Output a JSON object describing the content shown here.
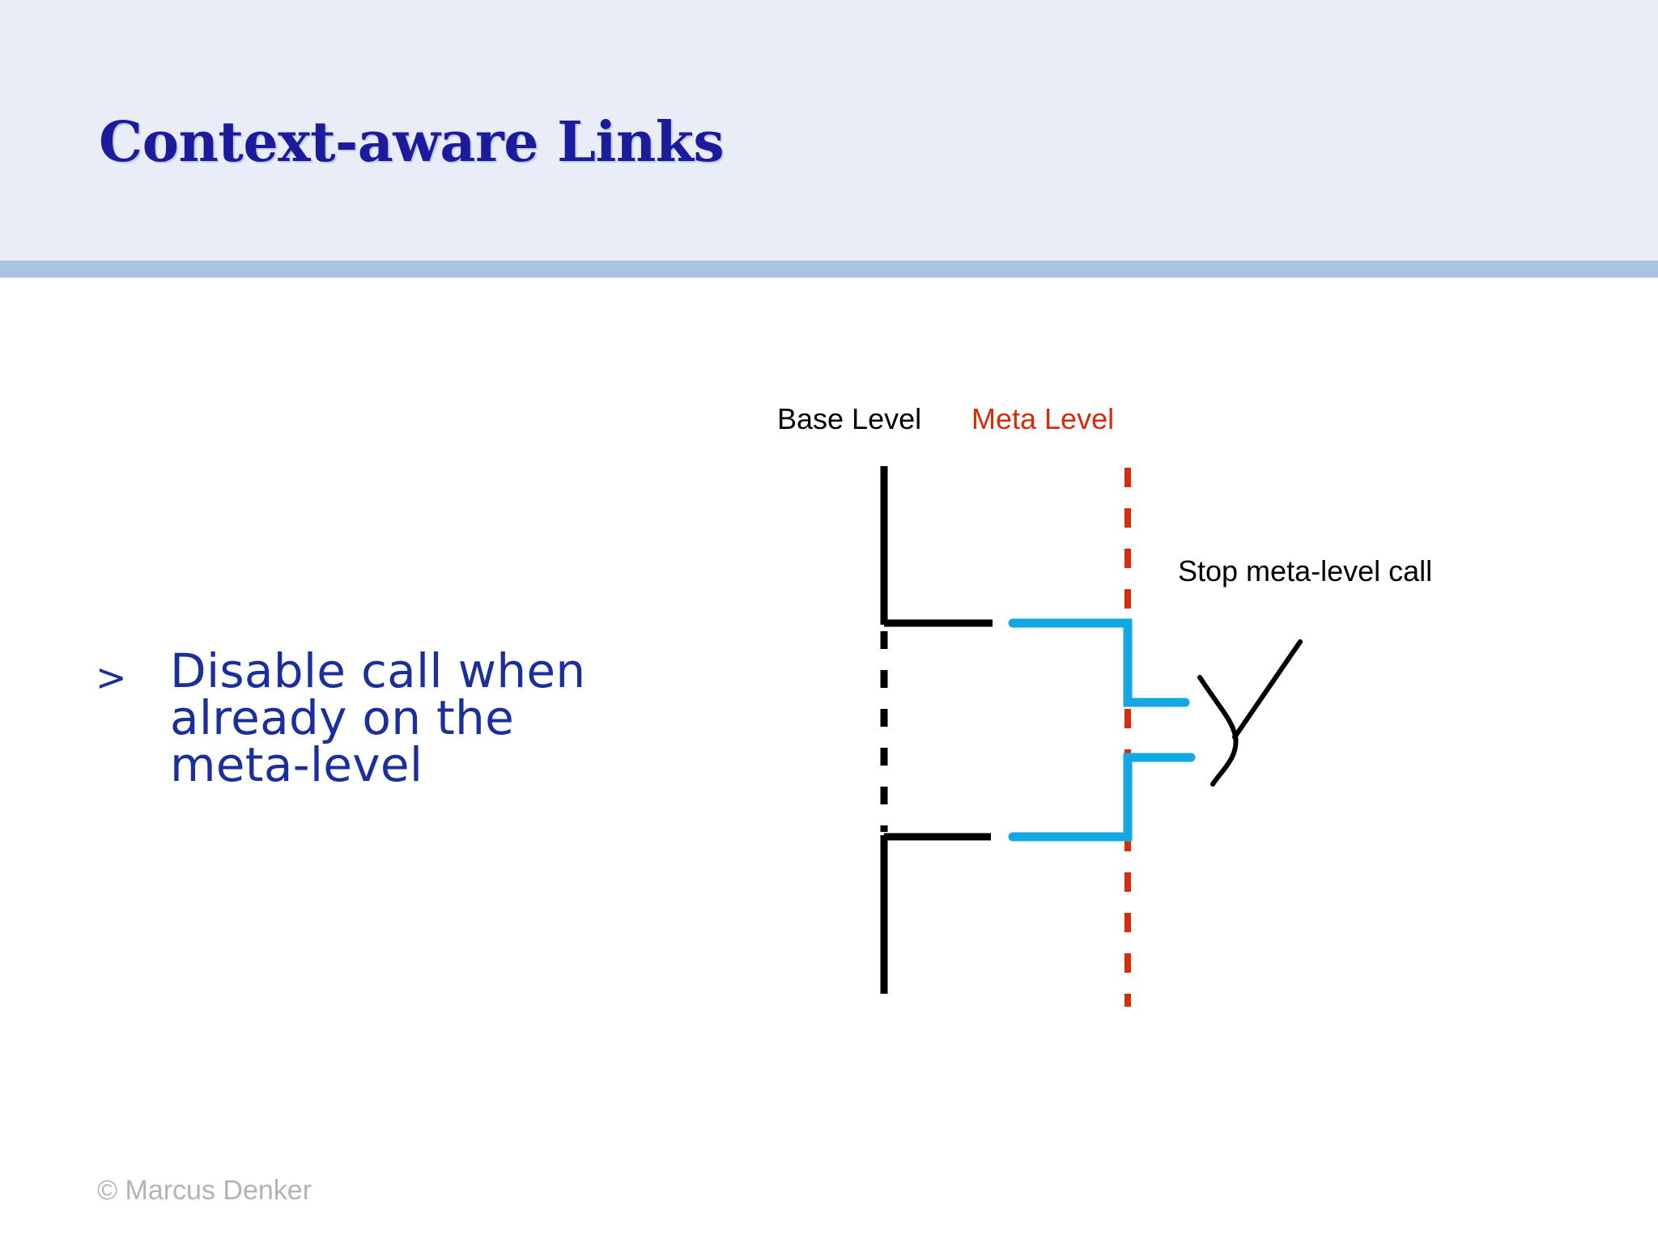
{
  "slide": {
    "title": "Context-aware Links",
    "footer": "© Marcus Denker"
  },
  "body": {
    "bullets": [
      {
        "marker": ">",
        "text": "Disable call when\nalready on the\nmeta-level"
      }
    ]
  },
  "diagram": {
    "labels": {
      "base_level": "Base Level",
      "meta_level": "Meta Level",
      "annotation": "Stop meta-level call"
    },
    "colors": {
      "base_level_line": "#000000",
      "meta_level_line": "#d92a0c",
      "call_line": "#13a7e3",
      "annotation_text": "#000000",
      "base_level_text": "#000000",
      "meta_level_text": "#d92a0c"
    }
  },
  "theme": {
    "header_background": "#e9edf8",
    "header_rule": "#a9c4e2",
    "title_color": "#1b1b9c",
    "bullet_color": "#1b2f9c",
    "footer_color": "#b3b3b3",
    "slide_background": "#ffffff"
  }
}
